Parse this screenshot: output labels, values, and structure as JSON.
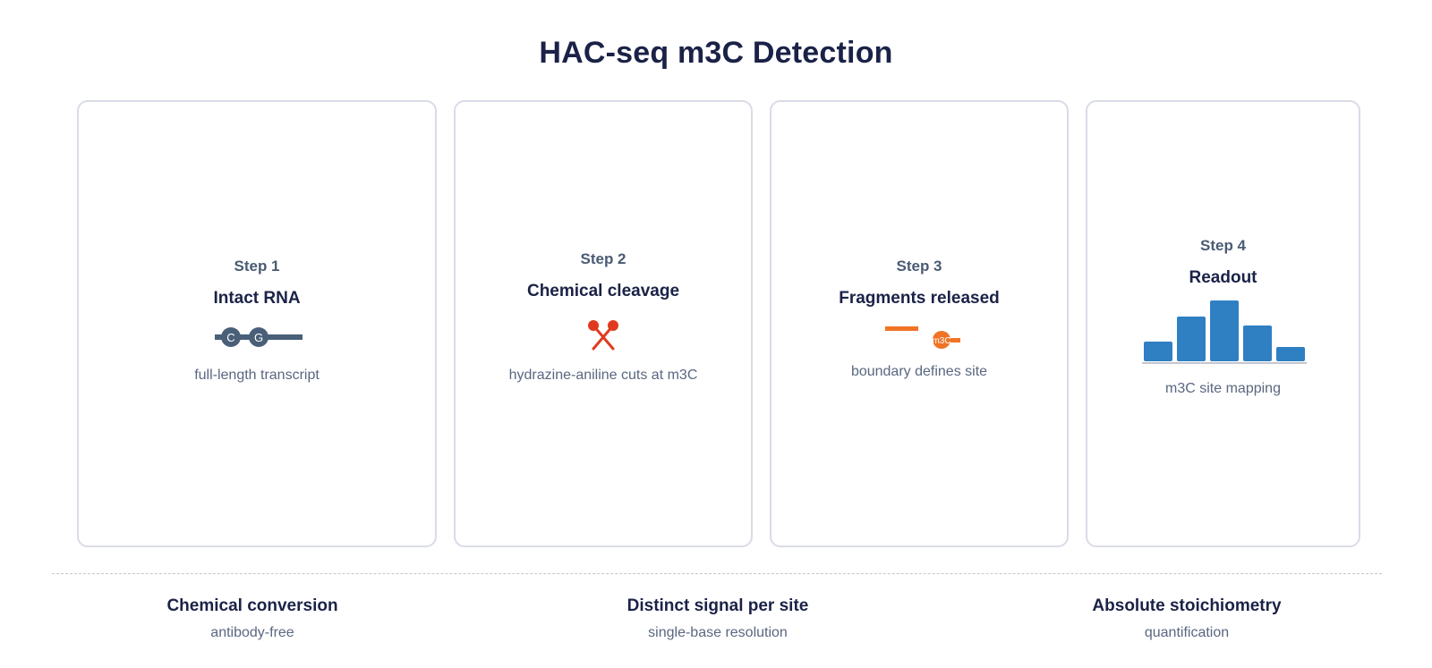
{
  "title": "HAC-seq m3C Detection",
  "steps": [
    {
      "label": "Step 1",
      "title": "Intact RNA",
      "description": "full-length transcript",
      "icon": "rna-strand-icon",
      "nucleotides": [
        "C",
        "G"
      ]
    },
    {
      "label": "Step 2",
      "title": "Chemical cleavage",
      "description": "hydrazine-aniline cuts at m3C",
      "icon": "scissors-icon"
    },
    {
      "label": "Step 3",
      "title": "Fragments released",
      "description": "boundary defines site",
      "icon": "rna-fragments-icon",
      "marker": "m3C"
    },
    {
      "label": "Step 4",
      "title": "Readout",
      "description": "m3C site mapping",
      "icon": "bar-chart-icon"
    }
  ],
  "features": [
    {
      "title": "Chemical conversion",
      "subtitle": "antibody-free"
    },
    {
      "title": "Distinct signal per site",
      "subtitle": "single-base resolution"
    },
    {
      "title": "Absolute stoichiometry",
      "subtitle": "quantification"
    }
  ],
  "colors": {
    "rna": "#4a5f78",
    "cleavage": "#e03a1e",
    "fragment": "#f07427",
    "bars": "#2f7fc3",
    "border": "#d9dce6"
  }
}
